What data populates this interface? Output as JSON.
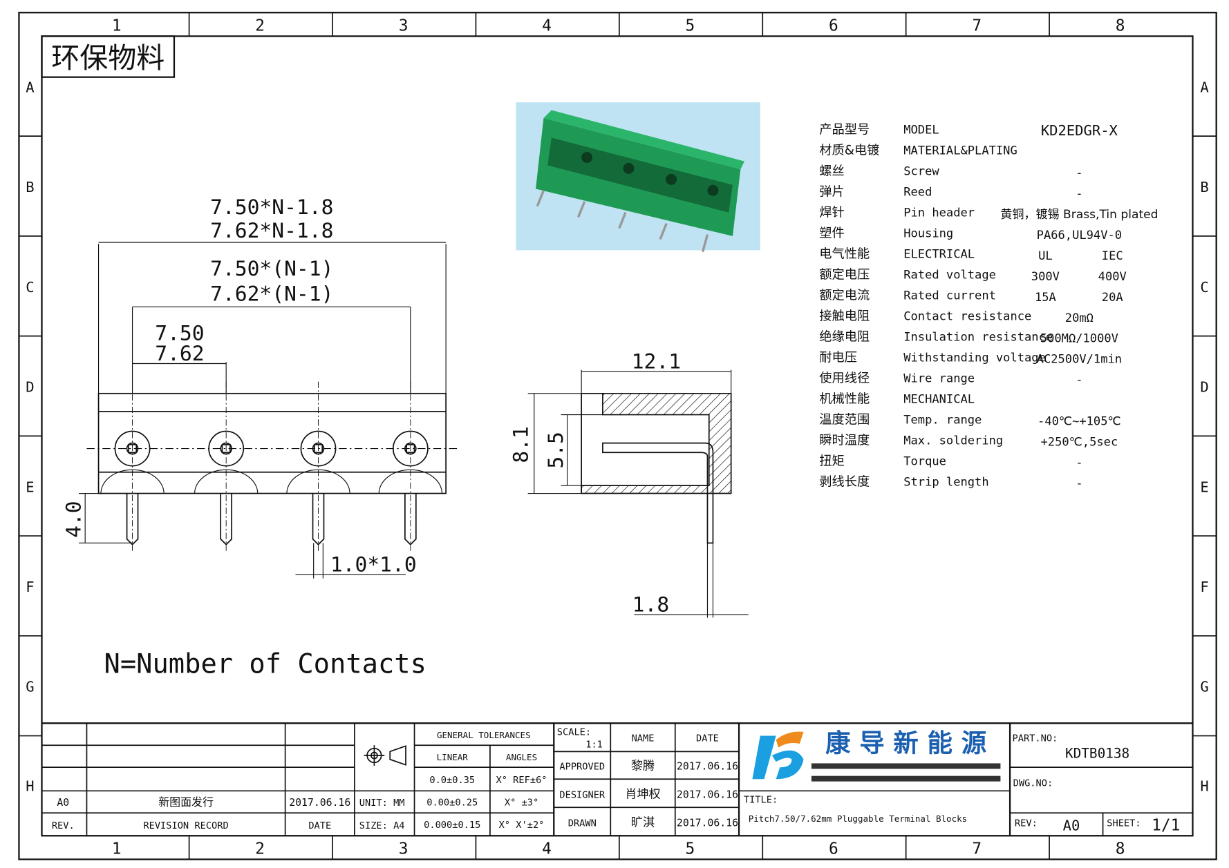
{
  "stamp": "环保物料",
  "columns": [
    "1",
    "2",
    "3",
    "4",
    "5",
    "6",
    "7",
    "8"
  ],
  "rows": [
    "A",
    "B",
    "C",
    "D",
    "E",
    "F",
    "G",
    "H"
  ],
  "specs": [
    {
      "cn": "产品型号",
      "en": "MODEL",
      "v": "KD2EDGR-X"
    },
    {
      "cn": "材质&电镀",
      "en": "MATERIAL&PLATING",
      "v": ""
    },
    {
      "cn": "螺丝",
      "en": "Screw",
      "v": "-"
    },
    {
      "cn": "弹片",
      "en": "Reed",
      "v": "-"
    },
    {
      "cn": "焊针",
      "en": "Pin header",
      "v": "黄铜，镀锡 Brass,Tin plated"
    },
    {
      "cn": "塑件",
      "en": "Housing",
      "v": "PA66,UL94V-0"
    },
    {
      "cn": "电气性能",
      "en": "ELECTRICAL",
      "ul": "UL",
      "iec": "IEC"
    },
    {
      "cn": "额定电压",
      "en": "Rated voltage",
      "ul": "300V",
      "iec": "400V"
    },
    {
      "cn": "额定电流",
      "en": "Rated current",
      "ul": "15A",
      "iec": "20A"
    },
    {
      "cn": "接触电阻",
      "en": "Contact resistance",
      "v": "20mΩ"
    },
    {
      "cn": "绝缘电阻",
      "en": "Insulation resistance",
      "v": "500MΩ/1000V"
    },
    {
      "cn": "耐电压",
      "en": "Withstanding voltage",
      "v": "AC2500V/1min"
    },
    {
      "cn": "使用线径",
      "en": "Wire range",
      "v": "-"
    },
    {
      "cn": "机械性能",
      "en": "MECHANICAL",
      "v": ""
    },
    {
      "cn": "温度范围",
      "en": "Temp. range",
      "v": "-40℃~+105℃"
    },
    {
      "cn": "瞬时温度",
      "en": "Max. soldering",
      "v": "+250℃,5sec"
    },
    {
      "cn": "扭矩",
      "en": "Torque",
      "v": "-"
    },
    {
      "cn": "剥线长度",
      "en": "Strip length",
      "v": "-"
    }
  ],
  "dims": {
    "overall_a": "7.50*N-1.8",
    "overall_b": "7.62*N-1.8",
    "span_a": "7.50*(N-1)",
    "span_b": "7.62*(N-1)",
    "pitch_a": "7.50",
    "pitch_b": "7.62",
    "pin_len": "4.0",
    "pin_size": "1.0*1.0",
    "depth": "12.1",
    "height": "8.1",
    "opening": "5.5",
    "offset": "1.8"
  },
  "note": "N=Number of Contacts",
  "titleblock": {
    "rev_row": {
      "rev": "A0",
      "record": "新图面发行",
      "date": "2017.06.16"
    },
    "rev_hdr": {
      "rev": "REV.",
      "record": "REVISION RECORD",
      "date": "DATE"
    },
    "unit": "UNIT: MM",
    "size": "SIZE: A4",
    "tol_title": "GENERAL TOLERANCES",
    "linear": "LINEAR",
    "angles": "ANGLES",
    "tol": [
      [
        "0.0±0.35",
        "X° REF±6°"
      ],
      [
        "0.00±0.25",
        "X° ±3°"
      ],
      [
        "0.000±0.15",
        "X° X'±2°"
      ]
    ],
    "scale_label": "SCALE:",
    "scale": "1:1",
    "name_hdr": "NAME",
    "date_hdr": "DATE",
    "people": [
      {
        "role": "APPROVED",
        "name": "黎腾",
        "date": "2017.06.16"
      },
      {
        "role": "DESIGNER",
        "name": "肖坤权",
        "date": "2017.06.16"
      },
      {
        "role": "DRAWN",
        "name": "旷淇",
        "date": "2017.06.16"
      }
    ],
    "company": "康 导 新 能 源",
    "title_label": "TITLE:",
    "title": "Pitch7.50/7.62mm Pluggable Terminal Blocks",
    "part_label": "PART.NO:",
    "part": "KDTB0138",
    "dwg_label": "DWG.NO:",
    "rev_label": "REV:",
    "rev": "A0",
    "sheet_label": "SHEET:",
    "sheet": "1/1"
  },
  "colors": {
    "housing": "#1f9a55",
    "photo_bg": "#bfe3f2",
    "logo_blue": "#1aa0e0",
    "logo_orange": "#f08a1c"
  }
}
